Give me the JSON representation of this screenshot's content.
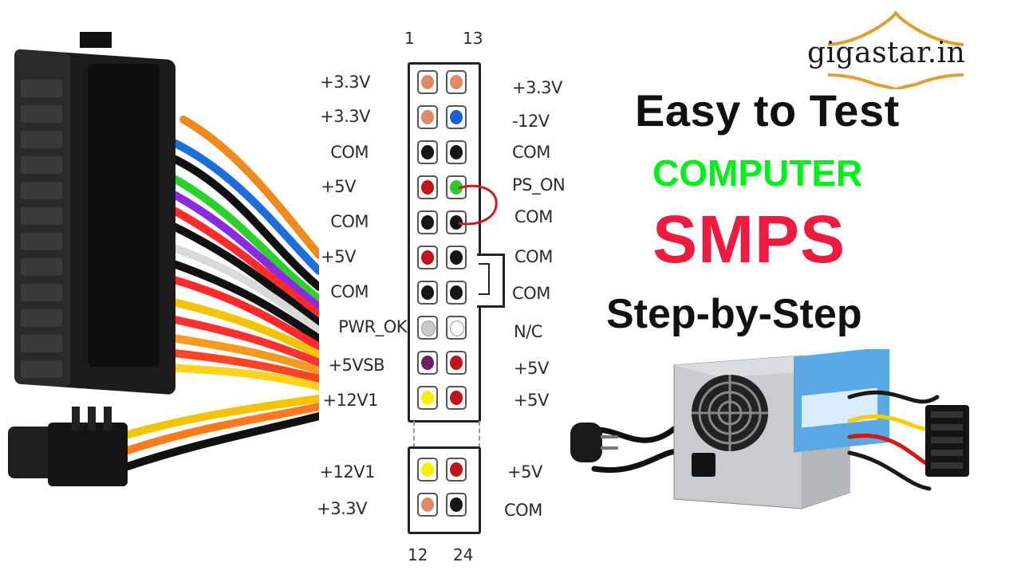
{
  "brand": {
    "logo_text": "gigastar.in"
  },
  "headings": {
    "line1": "Easy to Test",
    "line2": "COMPUTER",
    "line3": "SMPS",
    "line4": "Step-by-Step"
  },
  "pinout": {
    "top_numbers": [
      "1",
      "13"
    ],
    "bottom_numbers": [
      "12",
      "24"
    ],
    "left_labels": [
      "+3.3V",
      "+3.3V",
      "COM",
      "+5V",
      "COM",
      "+5V",
      "COM",
      "PWR_OK",
      "+5VSB",
      "+12V1",
      "+12V1",
      "+3.3V"
    ],
    "right_labels": [
      "+3.3V",
      "-12V",
      "COM",
      "PS_ON",
      "COM",
      "COM",
      "COM",
      "N/C",
      "+5V",
      "+5V",
      "+5V",
      "COM"
    ],
    "left_colors": [
      "#e08a66",
      "#e08a66",
      "#151515",
      "#c0141a",
      "#151515",
      "#c0141a",
      "#151515",
      "#c9c9c9",
      "#6a1f6a",
      "#f5f000",
      "#f5f000",
      "#e08a66"
    ],
    "right_colors": [
      "#e08a66",
      "#1a5fd6",
      "#151515",
      "#2ec72e",
      "#151515",
      "#151515",
      "#151515",
      "#ffffff",
      "#c0141a",
      "#c0141a",
      "#c0141a",
      "#151515"
    ]
  }
}
